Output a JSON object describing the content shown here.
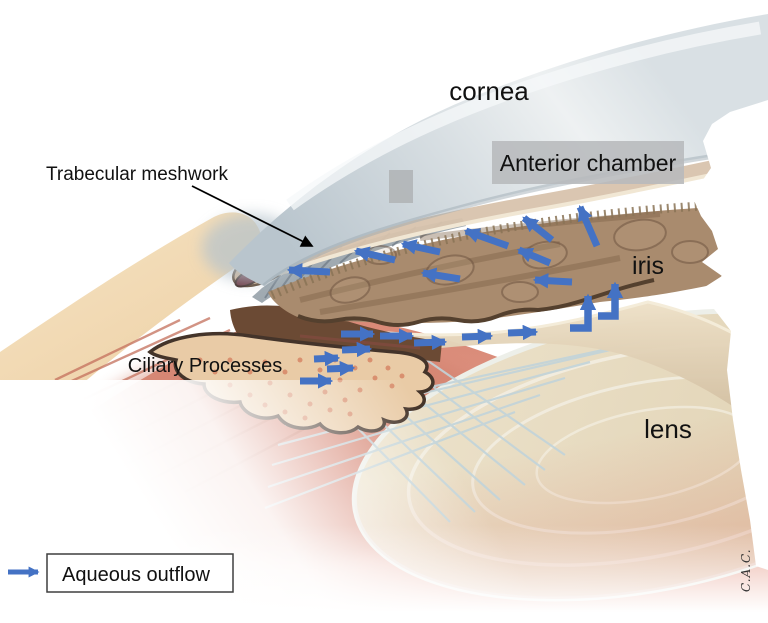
{
  "labels": {
    "cornea": "cornea",
    "anterior_chamber": "Anterior chamber",
    "trabecular_meshwork": "Trabecular meshwork",
    "iris": "iris",
    "ciliary_processes": "Ciliary Processes",
    "lens": "lens",
    "signature": "C.A.C."
  },
  "legend": {
    "label": "Aqueous outflow"
  },
  "colors": {
    "flow_arrow": "#4472c4",
    "annotation_arrow": "#000000",
    "label_box_bg": "#b7babc",
    "legend_border": "#3f3f3f"
  },
  "flow_arrows": {
    "straight": [
      [
        330,
        272,
        289,
        270
      ],
      [
        395,
        260,
        356,
        251
      ],
      [
        440,
        252,
        403,
        244
      ],
      [
        508,
        246,
        466,
        231
      ],
      [
        552,
        240,
        524,
        218
      ],
      [
        550,
        263,
        519,
        250
      ],
      [
        572,
        282,
        535,
        280
      ],
      [
        597,
        246,
        580,
        207
      ],
      [
        460,
        279,
        423,
        273
      ],
      [
        300,
        381,
        331,
        381
      ],
      [
        314,
        359,
        338,
        358
      ],
      [
        327,
        369,
        353,
        368
      ],
      [
        342,
        350,
        370,
        349
      ],
      [
        341,
        334,
        373,
        334
      ],
      [
        380,
        336,
        412,
        336
      ],
      [
        414,
        343,
        445,
        342
      ],
      [
        462,
        337,
        491,
        336
      ],
      [
        508,
        333,
        536,
        332
      ]
    ],
    "elbow": [
      [
        [
          570,
          328
        ],
        [
          588,
          328
        ],
        [
          588,
          296
        ]
      ],
      [
        [
          598,
          316
        ],
        [
          615,
          316
        ],
        [
          615,
          284
        ]
      ]
    ]
  },
  "annotation": {
    "trabecular_pointer": [
      192,
      186,
      312,
      246
    ]
  }
}
